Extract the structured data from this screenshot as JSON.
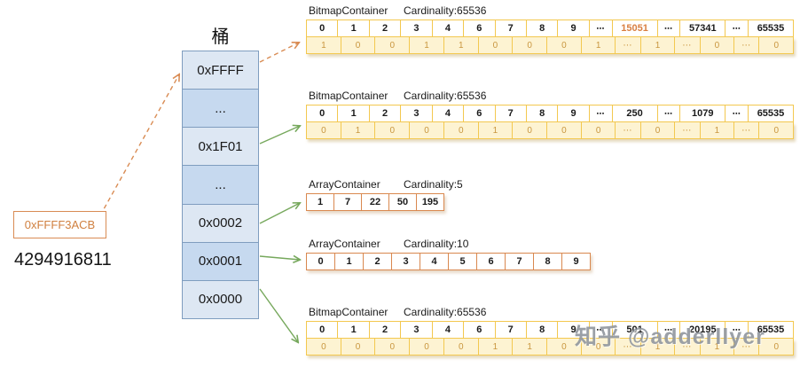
{
  "key": {
    "hex": "0xFFFF3ACB",
    "decimal": "4294916811"
  },
  "bucket": {
    "title": "桶",
    "cells": [
      "0xFFFF",
      "...",
      "0x1F01",
      "...",
      "0x0002",
      "0x0001",
      "0x0000"
    ]
  },
  "containers": [
    {
      "type_label": "BitmapContainer",
      "cardinality_label": "Cardinality:65536",
      "headers": [
        "0",
        "1",
        "2",
        "3",
        "4",
        "6",
        "7",
        "8",
        "9",
        "⋯",
        "15051",
        "⋯",
        "57341",
        "⋯",
        "65535"
      ],
      "values": [
        "1",
        "0",
        "0",
        "1",
        "1",
        "0",
        "0",
        "0",
        "1",
        "⋯",
        "1",
        "⋯",
        "0",
        "⋯",
        "0"
      ],
      "highlight_header": "15051"
    },
    {
      "type_label": "BitmapContainer",
      "cardinality_label": "Cardinality:65536",
      "headers": [
        "0",
        "1",
        "2",
        "3",
        "4",
        "6",
        "7",
        "8",
        "9",
        "⋯",
        "250",
        "⋯",
        "1079",
        "⋯",
        "65535"
      ],
      "values": [
        "0",
        "1",
        "0",
        "0",
        "0",
        "1",
        "0",
        "0",
        "0",
        "⋯",
        "0",
        "⋯",
        "1",
        "⋯",
        "0"
      ]
    },
    {
      "type_label": "ArrayContainer",
      "cardinality_label": "Cardinality:5",
      "values": [
        "1",
        "7",
        "22",
        "50",
        "195"
      ]
    },
    {
      "type_label": "ArrayContainer",
      "cardinality_label": "Cardinality:10",
      "values": [
        "0",
        "1",
        "2",
        "3",
        "4",
        "5",
        "6",
        "7",
        "8",
        "9"
      ]
    },
    {
      "type_label": "BitmapContainer",
      "cardinality_label": "Cardinality:65536",
      "headers": [
        "0",
        "1",
        "2",
        "3",
        "4",
        "6",
        "7",
        "8",
        "9",
        "⋯",
        "501",
        "⋯",
        "20195",
        "⋯",
        "65535"
      ],
      "values": [
        "0",
        "0",
        "0",
        "0",
        "0",
        "1",
        "1",
        "0",
        "0",
        "⋯",
        "1",
        "⋯",
        "1",
        "⋯",
        "0"
      ]
    }
  ],
  "watermark": "知乎 @adderllyer",
  "colors": {
    "bitmap_border": "#f3c84f",
    "bitmap_value_bg": "#fdf3d2",
    "bitmap_value_text": "#c9963f",
    "highlight_text": "#d97f41",
    "array_border": "#d9884f",
    "bucket_border": "#7f9dbf",
    "bucket_fill_light": "#dde7f3",
    "bucket_fill_dark": "#c6d9ef",
    "arrow_green": "#76a85c",
    "arrow_orange": "#d98c54"
  }
}
